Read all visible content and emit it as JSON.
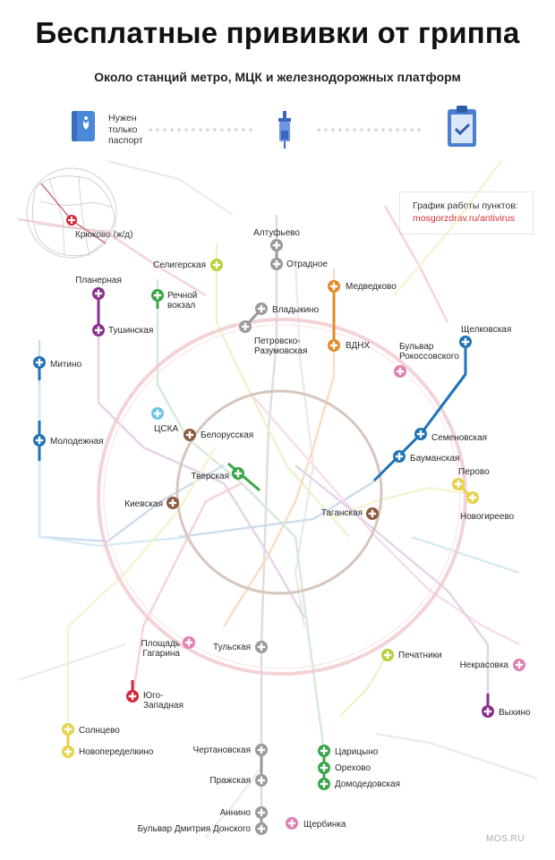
{
  "header": {
    "title": "Бесплатные прививки от гриппа",
    "subtitle": "Около станций метро, МЦК и железнодорожных платформ"
  },
  "steps": {
    "passport_text": [
      "Нужен",
      "только",
      "паспорт"
    ]
  },
  "schedule": {
    "label": "График работы пунктов:",
    "url": "mosgorzdrav.ru/antivirus"
  },
  "inset_station": "Крюково (ж/д)",
  "logo": "MOS.RU",
  "colors": {
    "red": "#d6263a",
    "green": "#3aa548",
    "blue": "#1f73b6",
    "lightblue": "#6fc4e4",
    "brown": "#8a5a3c",
    "orange": "#e38a2b",
    "purple": "#8b2f8e",
    "yellow": "#e8d24a",
    "grey": "#9a9a9a",
    "pink": "#e07fb1",
    "olive": "#b7cf38",
    "teal": "#5cbcc3"
  },
  "stations": [
    {
      "id": "altufyevo",
      "label": "Алтуфьево",
      "color": "#9a9a9a"
    },
    {
      "id": "otradnoe",
      "label": "Отрадное",
      "color": "#9a9a9a"
    },
    {
      "id": "seligerskaya",
      "label": "Селигерская",
      "color": "#b7cf38"
    },
    {
      "id": "planernaya",
      "label": "Планерная",
      "color": "#8b2f8e"
    },
    {
      "id": "rechnoy",
      "label": "Речной вокзал",
      "color": "#3aa548"
    },
    {
      "id": "medvedkovo",
      "label": "Медведково",
      "color": "#e38a2b"
    },
    {
      "id": "vladykino",
      "label": "Владыкино",
      "color": "#9a9a9a"
    },
    {
      "id": "tushinskaya",
      "label": "Тушинская",
      "color": "#8b2f8e"
    },
    {
      "id": "petrovsko",
      "label": "Петровско-Разумовская",
      "color": "#9a9a9a"
    },
    {
      "id": "vdnh",
      "label": "ВДНХ",
      "color": "#e38a2b"
    },
    {
      "id": "shchelkovskaya",
      "label": "Щелковская",
      "color": "#1f73b6"
    },
    {
      "id": "rokossovsky",
      "label": "Бульвар Рокоссовского",
      "color": "#e07fb1"
    },
    {
      "id": "mitino",
      "label": "Митино",
      "color": "#1f73b6"
    },
    {
      "id": "cska",
      "label": "ЦСКА",
      "color": "#6fc4e4"
    },
    {
      "id": "belorusskaya",
      "label": "Белорусская",
      "color": "#8a5a3c"
    },
    {
      "id": "semenovskaya",
      "label": "Семеновская",
      "color": "#1f73b6"
    },
    {
      "id": "molodezhnaya",
      "label": "Молодежная",
      "color": "#1f73b6"
    },
    {
      "id": "baumanskaya",
      "label": "Бауманская",
      "color": "#1f73b6"
    },
    {
      "id": "tverskaya",
      "label": "Тверская",
      "color": "#3aa548"
    },
    {
      "id": "perovo",
      "label": "Перово",
      "color": "#e8d24a"
    },
    {
      "id": "novogireevo",
      "label": "Новогиреево",
      "color": "#e8d24a"
    },
    {
      "id": "kievskaya",
      "label": "Киевская",
      "color": "#8a5a3c"
    },
    {
      "id": "taganskaya",
      "label": "Таганская",
      "color": "#8a5a3c"
    },
    {
      "id": "gagarina",
      "label": "Площадь Гагарина",
      "color": "#e07fb1"
    },
    {
      "id": "tulskaya",
      "label": "Тульская",
      "color": "#9a9a9a"
    },
    {
      "id": "pechatniki",
      "label": "Печатники",
      "color": "#b7cf38"
    },
    {
      "id": "nekrasovka",
      "label": "Некрасовка",
      "color": "#e07fb1"
    },
    {
      "id": "yugozapadnaya",
      "label": "Юго-Западная",
      "color": "#d6263a"
    },
    {
      "id": "vykhino",
      "label": "Выхино",
      "color": "#8b2f8e"
    },
    {
      "id": "solntsevo",
      "label": "Солнцево",
      "color": "#e8d24a"
    },
    {
      "id": "novoperedelkino",
      "label": "Новопеределкино",
      "color": "#e8d24a"
    },
    {
      "id": "chertanovskaya",
      "label": "Чертановская",
      "color": "#9a9a9a"
    },
    {
      "id": "tsaritsyno",
      "label": "Царицыно",
      "color": "#3aa548"
    },
    {
      "id": "orekhovo",
      "label": "Орехово",
      "color": "#3aa548"
    },
    {
      "id": "prazhskaya",
      "label": "Пражская",
      "color": "#9a9a9a"
    },
    {
      "id": "domodedovskaya",
      "label": "Домодедовская",
      "color": "#3aa548"
    },
    {
      "id": "annino",
      "label": "Аннино",
      "color": "#9a9a9a"
    },
    {
      "id": "shcherbinka",
      "label": "Щербинка",
      "color": "#e07fb1"
    },
    {
      "id": "bdd",
      "label": "Бульвар Дмитрия Донского",
      "color": "#9a9a9a"
    }
  ]
}
